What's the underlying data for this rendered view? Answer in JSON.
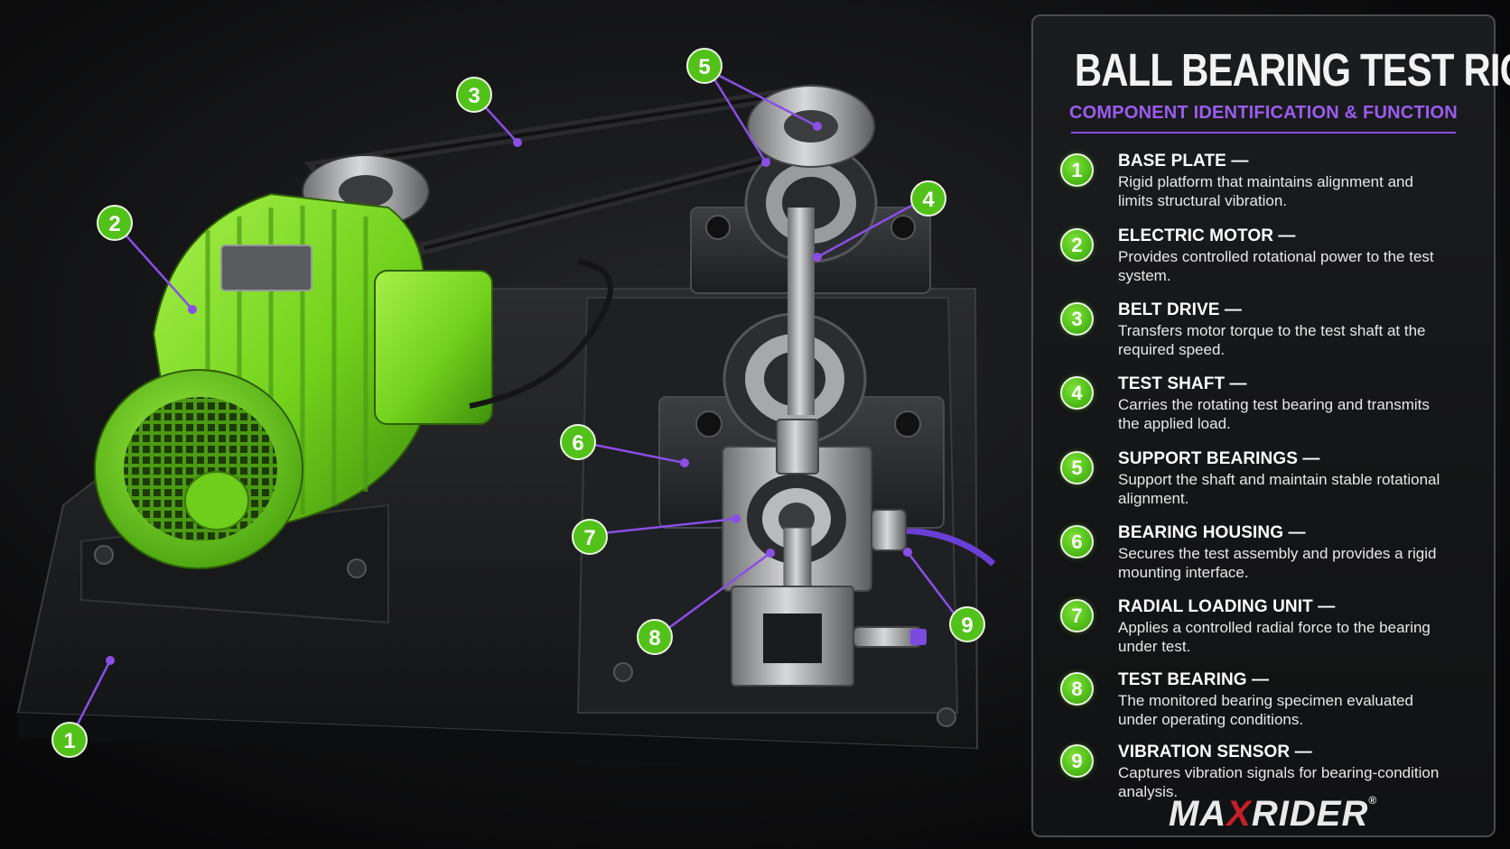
{
  "title": "BALL BEARING TEST RIG",
  "subtitle": "COMPONENT IDENTIFICATION & FUNCTION",
  "components": [
    {
      "number": "1",
      "name": "BASE PLATE —",
      "description": "Rigid platform that maintains alignment and limits structural vibration."
    },
    {
      "number": "2",
      "name": "ELECTRIC MOTOR —",
      "description": "Provides controlled rotational power to the test system."
    },
    {
      "number": "3",
      "name": "BELT DRIVE —",
      "description": "Transfers motor torque to the test shaft at the required speed."
    },
    {
      "number": "4",
      "name": "TEST SHAFT —",
      "description": "Carries the rotating test bearing and transmits the applied load."
    },
    {
      "number": "5",
      "name": "SUPPORT BEARINGS —",
      "description": "Support the shaft and maintain stable rotational alignment."
    },
    {
      "number": "6",
      "name": "BEARING HOUSING —",
      "description": "Secures the test assembly and provides a rigid mounting interface."
    },
    {
      "number": "7",
      "name": "RADIAL LOADING UNIT —",
      "description": "Applies a controlled radial force to the bearing under test."
    },
    {
      "number": "8",
      "name": "TEST BEARING —",
      "description": "The monitored bearing specimen evaluated under operating conditions."
    },
    {
      "number": "9",
      "name": "VIBRATION SENSOR —",
      "description": "Captures vibration signals for bearing-condition analysis."
    }
  ],
  "brand": {
    "part1": "MA",
    "part2": "X",
    "part3": "RIDER",
    "mark": "®"
  },
  "colors": {
    "accent_green": "#52c11a",
    "accent_purple": "#8a4fe6",
    "motor_green": "#7ed321",
    "background": "#0b0b0c"
  }
}
